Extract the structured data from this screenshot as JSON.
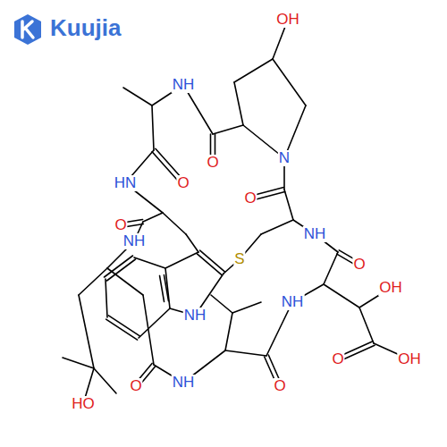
{
  "diagram": {
    "labels": [
      "Kuujia",
      "OH",
      "NH",
      "N",
      "O",
      "O",
      "HN",
      "O",
      "NH",
      "S",
      "O",
      "NH",
      "O",
      "OH",
      "NH",
      "NH",
      "O",
      "OH",
      "NH",
      "O",
      "O",
      "HO"
    ]
  }
}
